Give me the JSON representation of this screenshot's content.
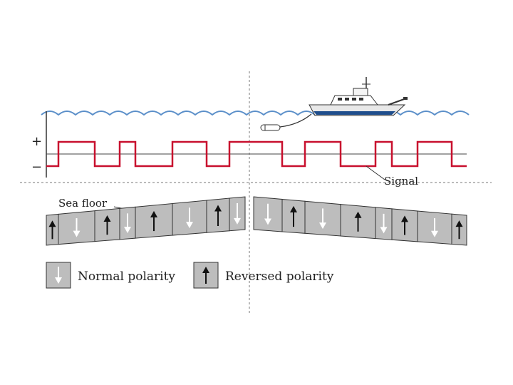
{
  "labels": {
    "plus": "+",
    "minus": "−",
    "signal": "Signal",
    "sea_floor": "Sea floor"
  },
  "legend": {
    "normal": "Normal polarity",
    "reversed": "Reversed polarity"
  },
  "stripes": {
    "left_polarity": [
      "reversed",
      "normal",
      "reversed",
      "normal",
      "reversed",
      "normal",
      "reversed",
      "normal"
    ],
    "right_polarity": [
      "normal",
      "reversed",
      "normal",
      "reversed",
      "normal",
      "reversed",
      "normal",
      "reversed"
    ]
  },
  "colors": {
    "water": "#5b8fc9",
    "signal": "#c8102e",
    "stripe_fill": "#bdbdbd",
    "stripe_stroke": "#333333",
    "arrow_reversed": "#111111",
    "arrow_normal": "#ffffff"
  },
  "icons": {
    "ship": "research-ship-icon",
    "magnetometer": "towed-magnetometer-icon",
    "arrow_up": "arrow-up-icon",
    "arrow_down": "arrow-down-icon"
  }
}
